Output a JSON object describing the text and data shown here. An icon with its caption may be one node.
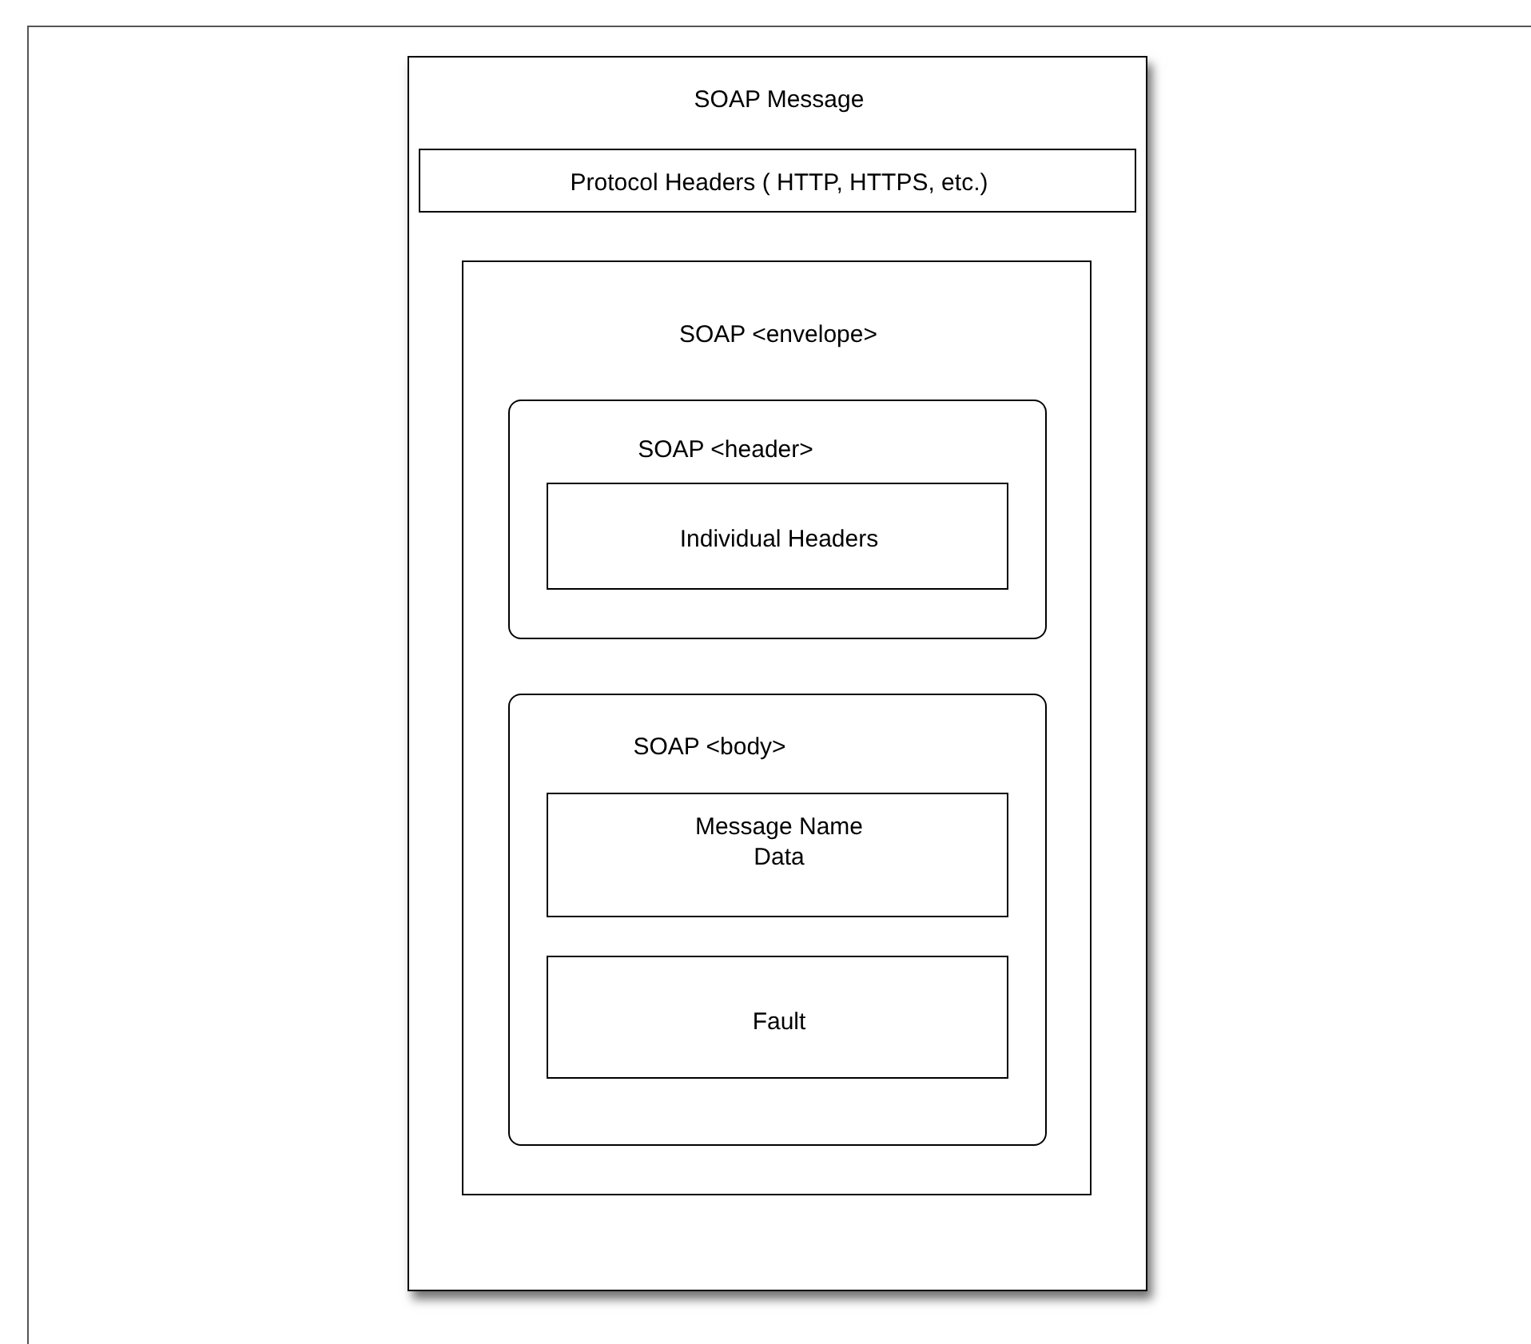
{
  "diagram": {
    "nodes": [
      {
        "text": [
          "SOAP Message"
        ]
      },
      {
        "text": [
          "Protocol Headers ( HTTP, HTTPS, etc.)"
        ],
        "in": 0
      },
      {
        "text": [
          "SOAP <envelope>"
        ],
        "in": 0
      },
      {
        "text": [
          "SOAP <header>"
        ],
        "in": 2
      },
      {
        "text": [
          "Individual Headers"
        ],
        "in": 3
      },
      {
        "text": [
          "SOAP <body>"
        ],
        "in": 2
      },
      {
        "text": [
          "Message Name Data"
        ],
        "in": 5
      },
      {
        "text": [
          "Fault"
        ],
        "in": 5
      }
    ]
  }
}
